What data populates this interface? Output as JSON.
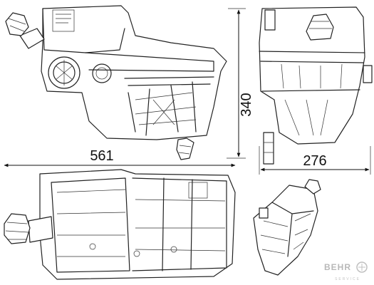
{
  "dimensions": {
    "height": "340",
    "length": "561",
    "depth": "276"
  },
  "brand": {
    "name": "BEHR",
    "sub": "SERVICE"
  },
  "colors": {
    "line": "#222222",
    "dimension": "#111111",
    "watermark": "#b8b8b8"
  }
}
